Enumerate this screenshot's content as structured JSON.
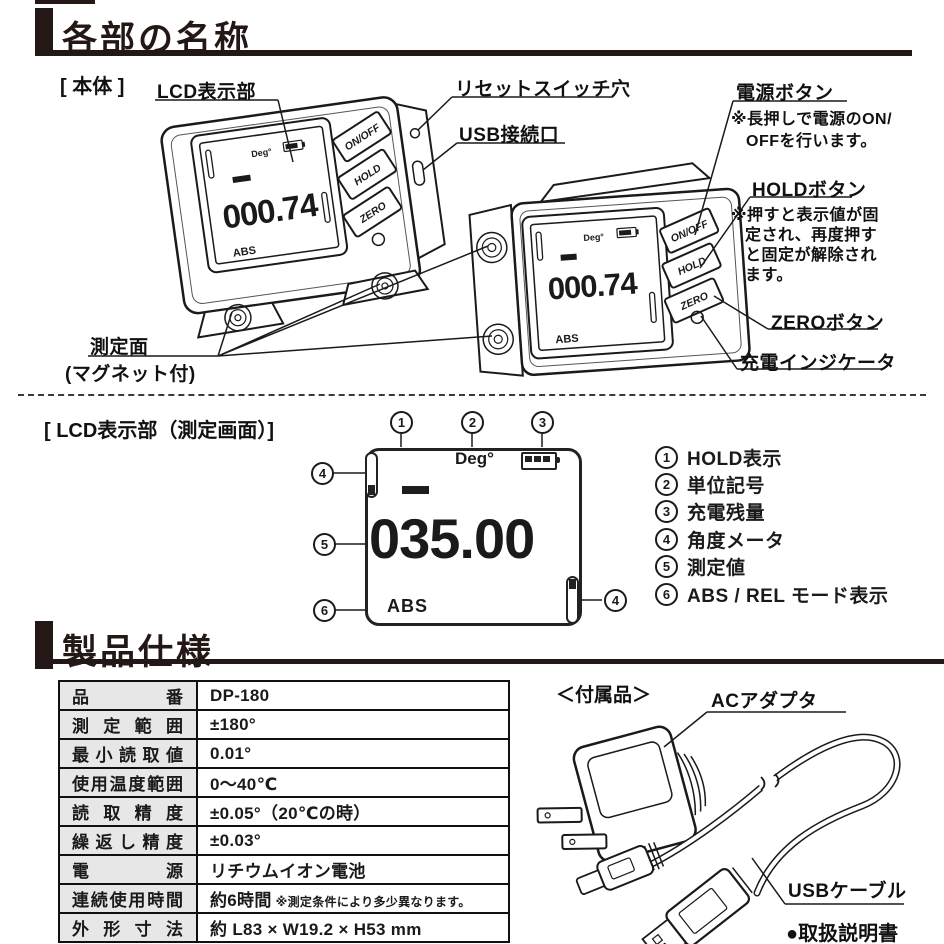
{
  "header1": {
    "title": "各部の名称"
  },
  "header2": {
    "title": "製品仕様"
  },
  "names": {
    "body_label": "[ 本体 ]",
    "labels": {
      "lcd": "LCD表示部",
      "reset": "リセットスイッチ穴",
      "usb": "USB接続口",
      "power": "電源ボタン",
      "power_note1": "※長押しで電源のON/",
      "power_note2": "OFFを行います。",
      "hold": "HOLDボタン",
      "hold_note1": "※押すと表示値が固",
      "hold_note2": "定され、再度押す",
      "hold_note3": "と固定が解除され",
      "hold_note4": "ます。",
      "zero": "ZEROボタン",
      "charge": "充電インジケータ",
      "surface": "測定面",
      "surface_sub": "(マグネット付)"
    },
    "device": {
      "unit": "Deg°",
      "value": "000.74",
      "mode": "ABS",
      "buttons": [
        "ON/OFF",
        "HOLD",
        "ZERO"
      ]
    }
  },
  "lcd": {
    "title": "[ LCD表示部（測定画面）]",
    "screen": {
      "unit": "Deg°",
      "value": "035.00",
      "mode": "ABS",
      "sign": "−"
    },
    "callouts": [
      "1",
      "2",
      "3",
      "4",
      "5",
      "6"
    ],
    "legend": [
      {
        "num": "1",
        "label": "HOLD表示"
      },
      {
        "num": "2",
        "label": "単位記号"
      },
      {
        "num": "3",
        "label": "充電残量"
      },
      {
        "num": "4",
        "label": "角度メータ"
      },
      {
        "num": "5",
        "label": "測定値"
      },
      {
        "num": "6",
        "label": "ABS / REL モード表示"
      }
    ]
  },
  "specs": {
    "rows": [
      {
        "label": "品番",
        "value": "DP-180"
      },
      {
        "label": "測定範囲",
        "value": "±180°"
      },
      {
        "label": "最小読取値",
        "value": "0.01°"
      },
      {
        "label": "使用温度範囲",
        "value": "0〜40℃"
      },
      {
        "label": "読取精度",
        "value": "±0.05°（20℃の時）"
      },
      {
        "label": "繰返し精度",
        "value": "±0.03°"
      },
      {
        "label": "電源",
        "value": "リチウムイオン電池"
      },
      {
        "label": "連続使用時間",
        "value": "約6時間",
        "note": "※測定条件により多少異なります。"
      },
      {
        "label": "外形寸法",
        "value": "約 L83 × W19.2 × H53 mm"
      }
    ]
  },
  "accessories": {
    "title": "＜付属品＞",
    "ac_adapter": "ACアダプタ",
    "usb_cable": "USBケーブル",
    "manual": "●取扱説明書"
  }
}
